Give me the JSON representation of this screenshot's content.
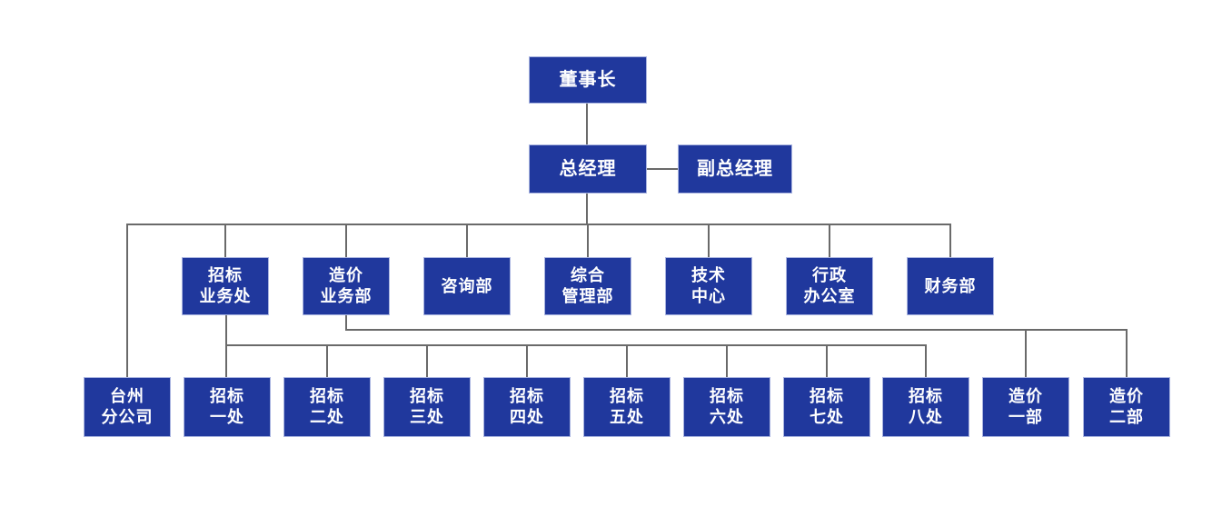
{
  "chart": {
    "type": "org-tree",
    "colors": {
      "node_fill": "#20389d",
      "node_border": "#a9b4e0",
      "node_text": "#ffffff",
      "connector": "#6a6a6a",
      "background": "#ffffff"
    },
    "nodes": {
      "chairman": {
        "label": "董事长"
      },
      "general_manager": {
        "label": "总经理"
      },
      "deputy_general_manager": {
        "label": "副总经理"
      },
      "departments": [
        {
          "label": "招标\n业务处"
        },
        {
          "label": "造价\n业务部"
        },
        {
          "label": "咨询部"
        },
        {
          "label": "综合\n管理部"
        },
        {
          "label": "技术\n中心"
        },
        {
          "label": "行政\n办公室"
        },
        {
          "label": "财务部"
        }
      ],
      "units": [
        {
          "label": "台州\n分公司"
        },
        {
          "label": "招标\n一处"
        },
        {
          "label": "招标\n二处"
        },
        {
          "label": "招标\n三处"
        },
        {
          "label": "招标\n四处"
        },
        {
          "label": "招标\n五处"
        },
        {
          "label": "招标\n六处"
        },
        {
          "label": "招标\n七处"
        },
        {
          "label": "招标\n八处"
        },
        {
          "label": "造价\n一部"
        },
        {
          "label": "造价\n二部"
        }
      ]
    },
    "edges": {
      "董事长": [
        "总经理"
      ],
      "总经理": [
        "副总经理",
        "台州分公司",
        "招标业务处",
        "造价业务部",
        "咨询部",
        "综合管理部",
        "技术中心",
        "行政办公室",
        "财务部"
      ],
      "招标业务处": [
        "招标一处",
        "招标二处",
        "招标三处",
        "招标四处",
        "招标五处",
        "招标六处",
        "招标七处",
        "招标八处"
      ],
      "造价业务部": [
        "造价一部",
        "造价二部"
      ]
    }
  }
}
